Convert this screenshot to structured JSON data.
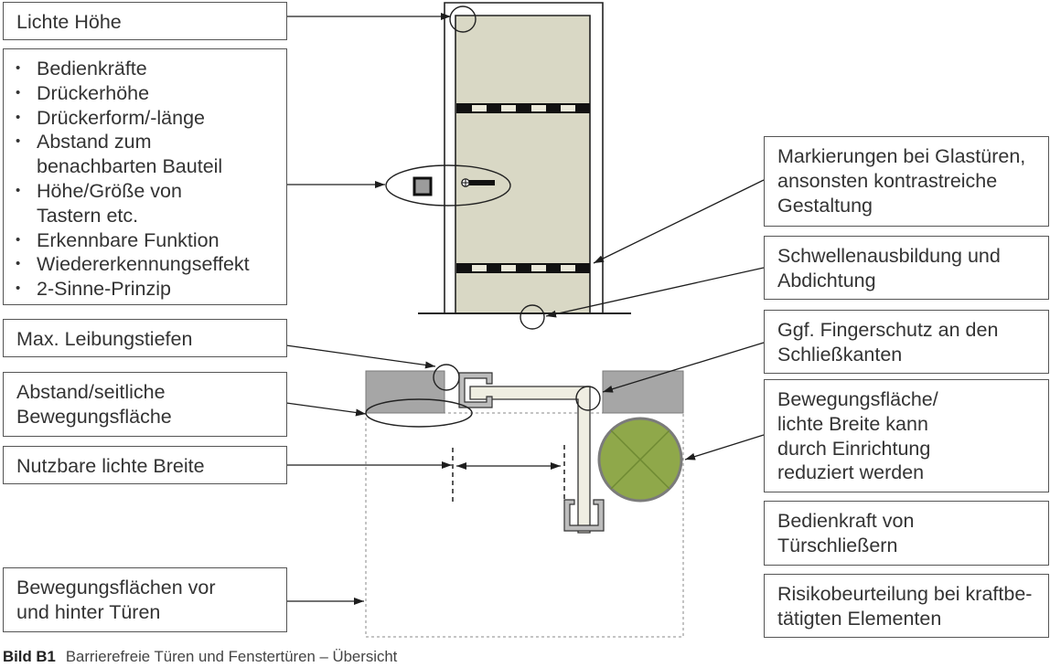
{
  "figure": {
    "caption_label": "Bild B1",
    "caption_text": "Barrierefreie Türen und Fenstertüren – Übersicht"
  },
  "left_callouts": {
    "lichte_hoehe": {
      "lines": [
        "Lichte Höhe"
      ]
    },
    "bedienung": {
      "bullet": "•",
      "items": [
        {
          "lines": [
            "Bedienkräfte"
          ]
        },
        {
          "lines": [
            "Drückerhöhe"
          ]
        },
        {
          "lines": [
            "Drückerform/-länge"
          ]
        },
        {
          "lines": [
            "Abstand zum",
            "benachbarten Bauteil"
          ]
        },
        {
          "lines": [
            "Höhe/Größe von",
            "Tastern etc."
          ]
        },
        {
          "lines": [
            "Erkennbare Funktion"
          ]
        },
        {
          "lines": [
            "Wiedererkennungseffekt"
          ]
        },
        {
          "lines": [
            "2-Sinne-Prinzip"
          ]
        }
      ]
    },
    "leibungstiefen": {
      "lines": [
        "Max. Leibungstiefen"
      ]
    },
    "abstand_seitlich": {
      "lines": [
        "Abstand/seitliche",
        "Bewegungsfläche"
      ]
    },
    "nutzbare_breite": {
      "lines": [
        "Nutzbare lichte Breite"
      ]
    },
    "bewegungsflaechen": {
      "lines": [
        "Bewegungsflächen vor",
        "und hinter Türen"
      ]
    }
  },
  "right_callouts": {
    "markierungen": {
      "lines": [
        "Markierungen bei Glastüren,",
        "ansonsten kontrastreiche",
        "Gestaltung"
      ]
    },
    "schwelle": {
      "lines": [
        "Schwellenausbildung und",
        "Abdichtung"
      ]
    },
    "fingerschutz": {
      "lines": [
        "Ggf. Fingerschutz an den",
        "Schließkanten"
      ]
    },
    "bewegungsflaeche": {
      "lines": [
        "Bewegungsfläche/",
        "lichte Breite kann",
        "durch Einrichtung",
        "reduziert werden"
      ]
    },
    "bedienkraft": {
      "lines": [
        "Bedienkraft von",
        "Türschließern"
      ]
    },
    "risiko": {
      "lines": [
        "Risikobeurteilung bei kraftbe-",
        "tätigten Elementen"
      ]
    }
  },
  "colors": {
    "text": "#333333",
    "box_border": "#555555",
    "door_leaf": "#d9d8c5",
    "wall": "#a6a6a6",
    "frame_profile": "#bcbcbc",
    "door_leaf_plan": "#efeee2",
    "furniture": "#8fa84a"
  }
}
